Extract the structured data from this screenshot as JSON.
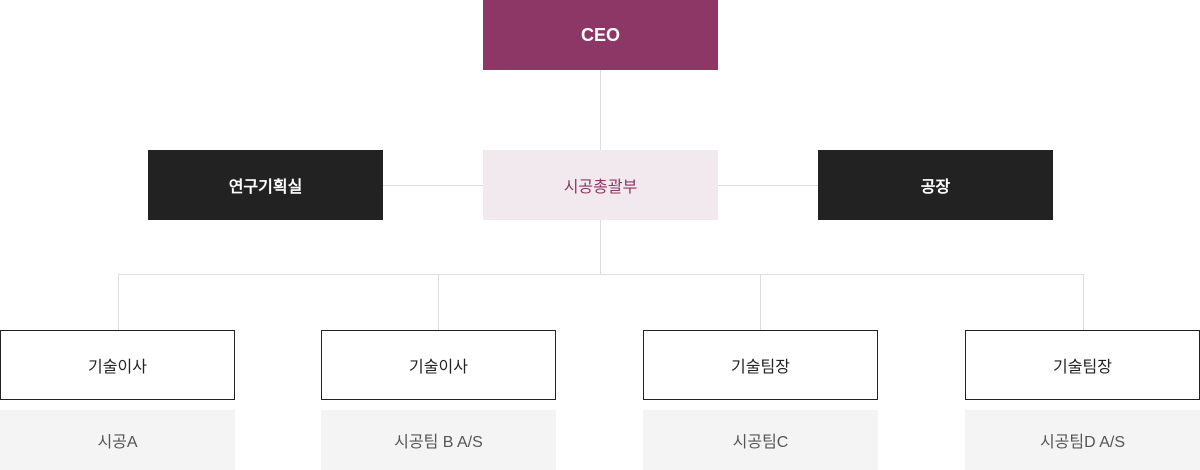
{
  "ceo": "CEO",
  "level2": {
    "left": "연구기획실",
    "center": "시공총괄부",
    "right": "공장"
  },
  "teams": [
    {
      "role": "기술이사",
      "team": "시공A"
    },
    {
      "role": "기술이사",
      "team": "시공팀 B A/S"
    },
    {
      "role": "기술팀장",
      "team": "시공팀C"
    },
    {
      "role": "기술팀장",
      "team": "시공팀D A/S"
    }
  ],
  "colors": {
    "accent": "#8d3766",
    "accent_light": "#f2e9ef",
    "dark": "#222222",
    "gray": "#f4f4f4"
  }
}
